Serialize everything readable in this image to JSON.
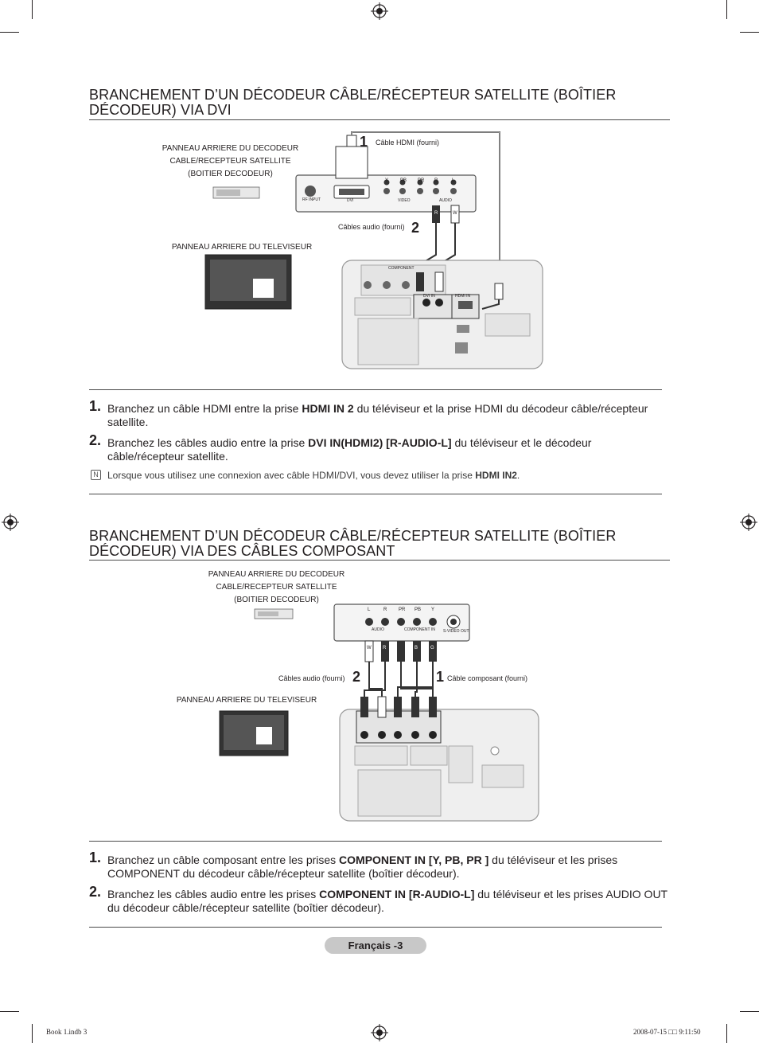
{
  "section1": {
    "title": "BRANCHEMENT D’UN DÉCODEUR CÂBLE/RÉCEPTEUR SATELLITE (BOÎTIER DÉCODEUR) VIA DVI",
    "diagram": {
      "label_decoder": "PANNEAU ARRIERE DU DECODEUR CABLE/RECEPTEUR SATELLITE (BOITIER DECODEUR)",
      "label_tv": "PANNEAU ARRIERE DU TELEVISEUR",
      "callout_1": "1",
      "callout_1_text": "Câble HDMI (fourni)",
      "callout_2": "2",
      "callout_2_text": "Câbles audio (fourni)",
      "jack_y": "Y",
      "jack_pb": "PB",
      "jack_pr": "PR",
      "jack_r": "R",
      "jack_l": "L",
      "port_rf": "RF INPUT",
      "port_dvi": "DVI",
      "port_video": "VIDEO",
      "port_audio": "AUDIO",
      "plug_r": "R",
      "plug_w": "W",
      "tv_hdmi": "HDMI IN",
      "tv_dvi": "DVI IN",
      "tv_component": "COMPONENT"
    },
    "steps": [
      {
        "num": "1.",
        "pre": "Branchez un câble HDMI entre la prise ",
        "bold": "HDMI IN 2",
        "post": " du téléviseur et la prise HDMI du décodeur câble/récepteur satellite."
      },
      {
        "num": "2.",
        "pre": "Branchez les câbles audio entre la prise ",
        "bold": "DVI IN(HDMI2) [R-AUDIO-L]",
        "post": " du téléviseur et le décodeur câble/récepteur satellite."
      }
    ],
    "note": {
      "icon": "N",
      "pre": "Lorsque vous utilisez une connexion avec câble HDMI/DVI, vous devez utiliser la prise ",
      "bold": "HDMI IN2",
      "post": "."
    }
  },
  "section2": {
    "title": "BRANCHEMENT D’UN DÉCODEUR CÂBLE/RÉCEPTEUR SATELLITE (BOÎTIER DÉCODEUR) VIA DES CÂBLES COMPOSANT",
    "diagram": {
      "label_decoder": "PANNEAU ARRIERE DU DECODEUR CABLE/RECEPTEUR SATELLITE (BOITIER DECODEUR)",
      "label_tv": "PANNEAU ARRIERE DU TELEVISEUR",
      "callout_1": "1",
      "callout_1_text": "Câble composant (fourni)",
      "callout_2": "2",
      "callout_2_text": "Câbles audio (fourni)",
      "jack_l": "L",
      "jack_r": "R",
      "jack_pr": "PR",
      "jack_pb": "PB",
      "jack_y": "Y",
      "port_audio": "AUDIO",
      "port_component": "COMPONENT IN",
      "port_svideo": "S-VIDEO OUT",
      "plug_w": "W",
      "plug_r": "R",
      "plug_b": "B",
      "plug_g": "G"
    },
    "steps": [
      {
        "num": "1.",
        "pre": "Branchez un câble composant entre les prises ",
        "bold": "COMPONENT IN [Y, PB, PR ]",
        "post": " du téléviseur et les prises COMPONENT du décodeur câble/récepteur satellite (boîtier décodeur)."
      },
      {
        "num": "2.",
        "pre": "Branchez les câbles audio entre les prises ",
        "bold": "COMPONENT IN [R-AUDIO-L]",
        "post": " du téléviseur et les prises AUDIO OUT du décodeur câble/récepteur satellite (boîtier décodeur)."
      }
    ]
  },
  "footer": {
    "page_label": "Français -3",
    "file_info": "Book 1.indb   3",
    "date_info": "2008-07-15   □□ 9:11:50"
  },
  "colors": {
    "text": "#231f20",
    "pill": "#c8c8c8",
    "panel": "#f2f2f2",
    "panel_border": "#999999"
  }
}
